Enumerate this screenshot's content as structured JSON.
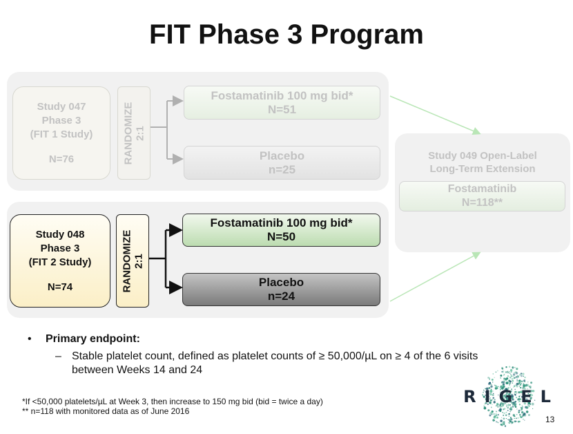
{
  "title": "FIT Phase 3 Program",
  "study047": {
    "line1": "Study 047",
    "line2": "Phase 3",
    "line3": "(FIT 1 Study)",
    "n": "N=76",
    "randomize": "RANDOMIZE",
    "ratio": "2:1",
    "arm_active": {
      "name": "Fostamatinib 100 mg bid*",
      "n": "N=51"
    },
    "arm_placebo": {
      "name": "Placebo",
      "n": "n=25"
    }
  },
  "study048": {
    "line1": "Study 048",
    "line2": "Phase 3",
    "line3": "(FIT 2 Study)",
    "n": "N=74",
    "randomize": "RANDOMIZE",
    "ratio": "2:1",
    "arm_active": {
      "name": "Fostamatinib 100 mg bid*",
      "n": "N=50"
    },
    "arm_placebo": {
      "name": "Placebo",
      "n": "n=24"
    }
  },
  "study049": {
    "line1": "Study 049 Open-Label",
    "line2": "Long-Term Extension",
    "arm_name": "Fostamatinib",
    "arm_n": "N=118**"
  },
  "bullets": {
    "primary": "Primary endpoint:",
    "sub_line1": "Stable platelet count, defined as platelet counts of ≥ 50,000/µL on ≥ 4 of the 6 visits",
    "sub_line2": "between Weeks 14 and 24"
  },
  "footnotes": {
    "f1": "*If <50,000 platelets/µL at Week 3, then increase to 150 mg bid (bid = twice a day)",
    "f2": "** n=118 with monitored data as of June 2016"
  },
  "logo": "RIGEL",
  "page_number": "13",
  "colors": {
    "panel": "#f1f1f1",
    "study048_fill": "#fff6d6",
    "active_arm_green": "#cfe6c6",
    "placebo_gray": "#888888",
    "connector_faded": "#b9e6b6"
  }
}
